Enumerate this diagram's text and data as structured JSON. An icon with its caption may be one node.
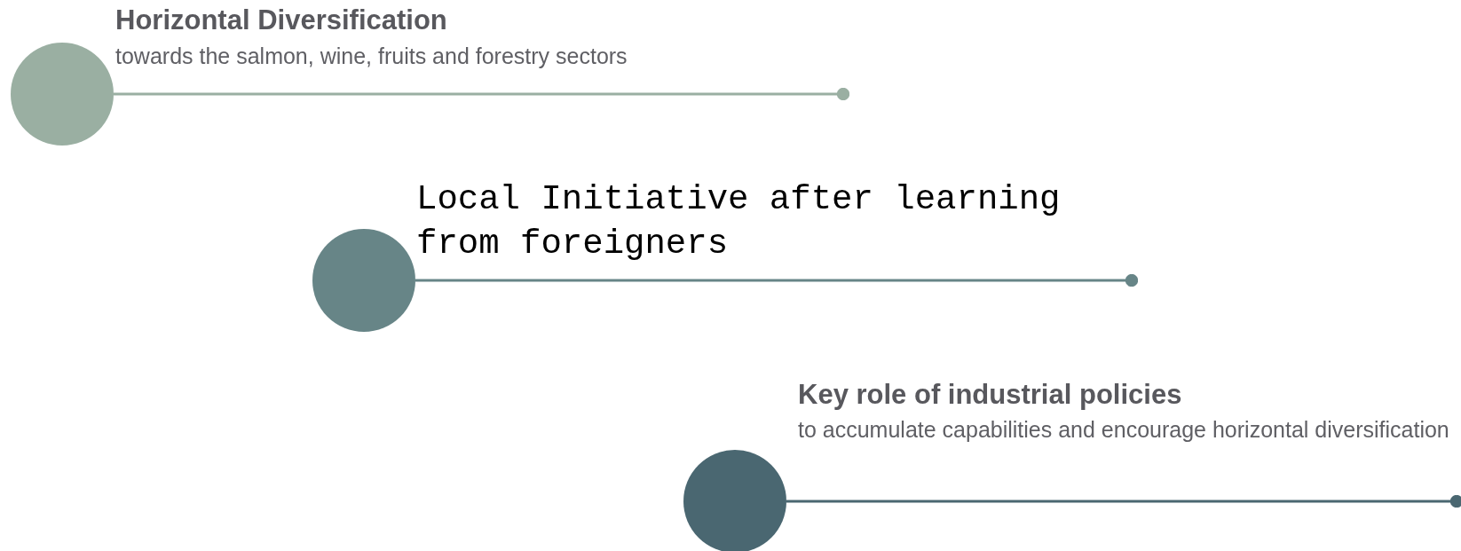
{
  "diagram": {
    "nodes": [
      {
        "text": [],
        "shape": "circle",
        "beside": [
          "Horizontal Diversification",
          "towards the salmon, wine, fruits and forestry sectors"
        ]
      },
      {
        "text": [],
        "shape": "circle",
        "beside": [
          "Local Initiative after learning from foreigners"
        ]
      },
      {
        "text": [],
        "shape": "circle",
        "beside": [
          "Key role of industrial policies",
          "to accumulate capabilities and encourage horizontal diversification"
        ]
      }
    ],
    "edges": [
      {
        "from": 0,
        "to": null,
        "arrow": "other",
        "color": "#9aafa2"
      },
      {
        "from": 1,
        "to": null,
        "arrow": "other",
        "color": "#678587"
      },
      {
        "from": 2,
        "to": null,
        "arrow": "other",
        "color": "#4a6771"
      }
    ]
  }
}
